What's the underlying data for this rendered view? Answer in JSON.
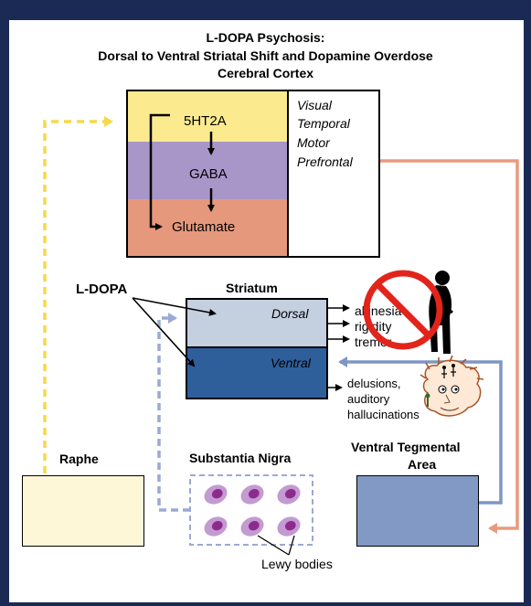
{
  "title": {
    "line1": "L-DOPA Psychosis:",
    "line2": "Dorsal to Ventral Striatal Shift and Dopamine Overdose",
    "line3": "Cerebral Cortex"
  },
  "cortex": {
    "layers": [
      "5HT2A",
      "GABA",
      "Glutamate"
    ],
    "regions": [
      "Visual",
      "Temporal",
      "Motor",
      "Prefrontal"
    ],
    "colors": {
      "serotonin": "#fbeb8e",
      "gaba": "#a996c9",
      "glutamate": "#e5987c"
    }
  },
  "ldopa_label": "L-DOPA",
  "striatum": {
    "title": "Striatum",
    "dorsal": "Dorsal",
    "ventral": "Ventral",
    "dorsal_symptoms": [
      "akinesia",
      "rigidity",
      "tremor"
    ],
    "ventral_symptoms": [
      "delusions,",
      "auditory",
      "hallucinations"
    ],
    "colors": {
      "dorsal": "#c4cfe0",
      "ventral": "#2f5f9b"
    }
  },
  "raphe": {
    "label": "Raphe",
    "color": "#fdf7d8"
  },
  "substantia_nigra": {
    "label": "Substantia Nigra",
    "annotation": "Lewy bodies"
  },
  "vta": {
    "label_line1": "Ventral Tegmental",
    "label_line2": "Area",
    "color": "#8199c4"
  },
  "arrow_colors": {
    "serotonin_path": "#f6d94a",
    "mesocortical_path": "#e99a7e",
    "mesolimbic_path": "#7f96c4",
    "nigral_path": "#9aaad3"
  },
  "icons": [
    "no-symbol-icon",
    "parkinson-figure-icon",
    "hallucination-face-icon"
  ]
}
